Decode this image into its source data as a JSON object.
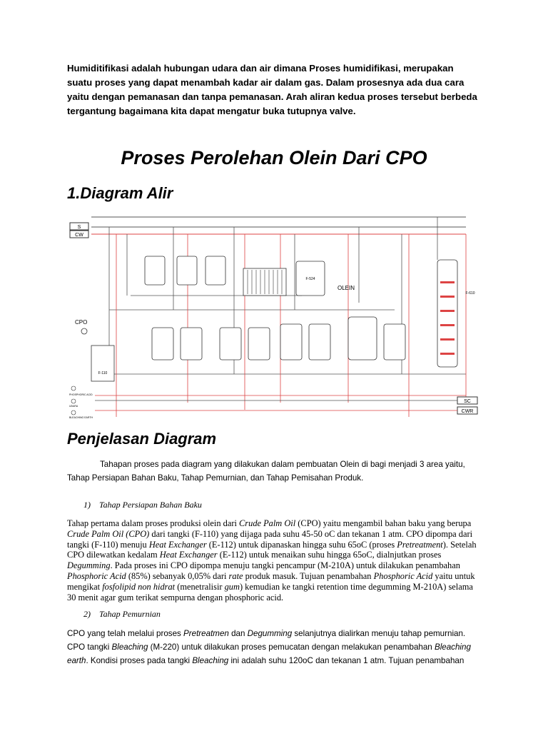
{
  "intro": "Humiditifikasi adalah hubungan udara dan air dimana  Proses humidifikasi, merupakan suatu proses yang dapat menambah kadar air dalam gas.  Dalam prosesnya ada dua cara yaitu dengan pemanasan dan tanpa pemanasan. Arah aliran kedua proses tersebut berbeda tergantung bagaimana kita dapat mengatur buka tutupnya valve.",
  "title": "Proses Perolehan Olein Dari CPO",
  "section1": "1.Diagram Alir",
  "diagram": {
    "lines_left": [
      "S",
      "CW"
    ],
    "lines_right": [
      "SC",
      "CWR"
    ],
    "cpo": "CPO",
    "olein": "OLEIN",
    "tank_feed": "F-110",
    "tank_olein": "F-524",
    "tank_right": "F-610",
    "bottom_labels": [
      "PHOSPHORIC ACID",
      "UDARA",
      "BLEACHING EARTH"
    ]
  },
  "section2": "Penjelasan Diagram",
  "explain": "Tahapan proses pada diagram  yang dilakukan dalam pembuatan Olein di bagi menjadi 3 area yaitu, Tahap Persiapan Bahan Baku, Tahap Pemurnian, dan Tahap Pemisahan Produk.",
  "step1": {
    "num": "1)",
    "title": "Tahap Persiapan Bahan Baku"
  },
  "p1": {
    "a": "Tahap pertama dalam proses produksi olein dari ",
    "b": "Crude Palm Oil",
    "c": " (CPO) yaitu mengambil bahan baku yang berupa ",
    "d": "Crude Palm Oil (CPO)",
    "e": " dari tangki (F-110) yang dijaga pada suhu 45-50 ",
    "f": "oC dan tekanan 1 atm. CPO dipompa dari tangki (F-110) menuju ",
    "g": "Heat Exchanger",
    "h": " (E-112) untuk dipanaskan hingga suhu 65",
    "i": "oC (proses ",
    "j": "Pretreatment",
    "k": "). Setelah CPO dilewatkan kedalam ",
    "l": "Heat Exchanger",
    "m": " (E-112) untuk menaikan suhu hingga 65",
    "n": "oC, dialnjutkan proses ",
    "o": "Degumming",
    "p": ". Pada proses ini CPO dipompa menuju tangki pencampur (M-210A) untuk dilakukan penambahan ",
    "q": "Phosphoric Acid",
    "r": " (85%) sebanyak 0,05% dari ",
    "s": "rate",
    "t": " produk masuk. Tujuan penambahan ",
    "u": "Phosphoric Acid",
    "v": " yaitu untuk mengikat ",
    "w": "fosfolipid non hidrat",
    "x": " (menetralisir ",
    "y": "gum",
    "z": ") kemudian ke tangki retention time degumming M-210A) selama 30 menit agar gum terikat sempurna dengan phosphoric acid."
  },
  "step2": {
    "num": "2)",
    "title": "Tahap Pemurnian"
  },
  "p2": {
    "a": "CPO yang telah melalui proses ",
    "b": "Pretreatmen",
    "c": " dan ",
    "d": "Degumming",
    "e": " selanjutnya dialirkan menuju tahap pemurnian. CPO tangki ",
    "f": "Bleaching",
    "g": " (M-220) untuk dilakukan proses pemucatan dengan melakukan penambahan ",
    "h": "Bleaching earth",
    "i": ". Kondisi proses pada tangki ",
    "j": "Bleaching",
    "k": " ini adalah suhu 120",
    "l": "oC dan tekanan 1 atm. Tujuan penambahan"
  }
}
